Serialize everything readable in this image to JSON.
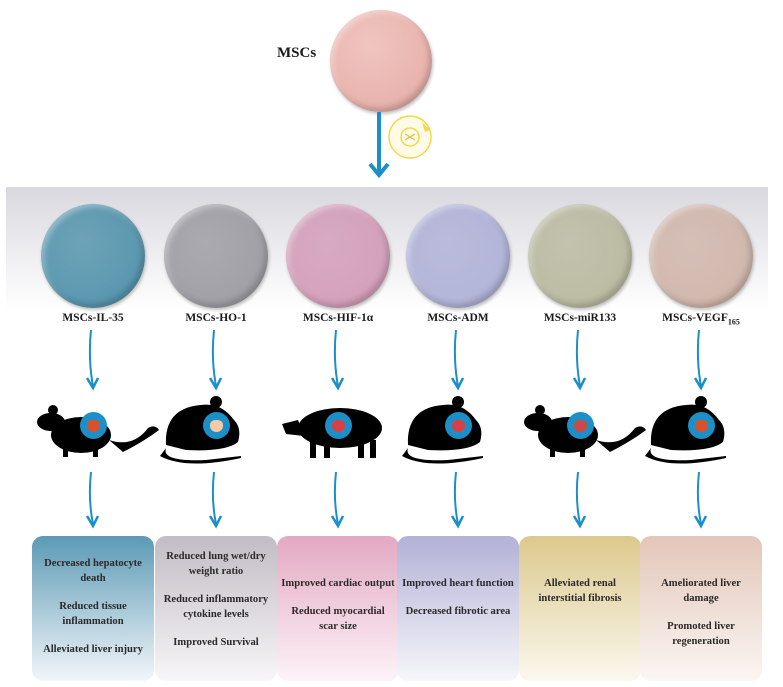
{
  "top": {
    "source_label": "MSCs",
    "icons": {
      "cell_dish": "cell-dish-icon",
      "gene_transfection": "dna-vector-icon",
      "down_arrow": "arrow-down-icon"
    }
  },
  "colors": {
    "arrow": "#1a8fca",
    "source_dish": "#e9b3ad",
    "organ_circle": "#1c8fc7"
  },
  "groups": [
    {
      "label": "MSCs-IL-35",
      "dish_color": "#4f91aa",
      "animal": "mouse",
      "organ": "liver",
      "effects": [
        "Decreased hepatocyte death",
        "Reduced tissue inflammation",
        "Alleviated liver injury"
      ],
      "box_top": "#5c9ab5",
      "box_bottom": "#f2f6fa"
    },
    {
      "label": "MSCs-HO-1",
      "dish_color": "#9b9aa1",
      "animal": "rat",
      "organ": "lung",
      "effects": [
        "Reduced lung wet/dry weight ratio",
        "Reduced inflammatory cytokine levels",
        "Improved Survival"
      ],
      "box_top": "#c2bcc4",
      "box_bottom": "#f7f6f8"
    },
    {
      "label": "MSCs-HIF-1α",
      "dish_color": "#d29bb6",
      "animal": "pig",
      "organ": "heart",
      "effects": [
        "Improved cardiac output",
        "Reduced myocardial scar size"
      ],
      "box_top": "#e3a9c2",
      "box_bottom": "#fdf3f8"
    },
    {
      "label": "MSCs-ADM",
      "dish_color": "#aeb0d7",
      "animal": "rat",
      "organ": "heart",
      "effects": [
        "Improved heart function",
        "Decreased fibrotic area"
      ],
      "box_top": "#b3b1d6",
      "box_bottom": "#f6f6fb"
    },
    {
      "label": "MSCs-miR133",
      "dish_color": "#b8b89e",
      "animal": "mouse",
      "organ": "kidney",
      "effects": [
        "Alleviated renal interstitial fibrosis"
      ],
      "box_top": "#dcc98d",
      "box_bottom": "#fbf8ee"
    },
    {
      "label": "MSCs-VEGF",
      "label_sub": "165",
      "dish_color": "#cfb4a8",
      "animal": "rat",
      "organ": "liver",
      "effects": [
        "Ameliorated liver damage",
        "Promoted liver regeneration"
      ],
      "box_top": "#e3c6b8",
      "box_bottom": "#fbf6f3"
    }
  ]
}
